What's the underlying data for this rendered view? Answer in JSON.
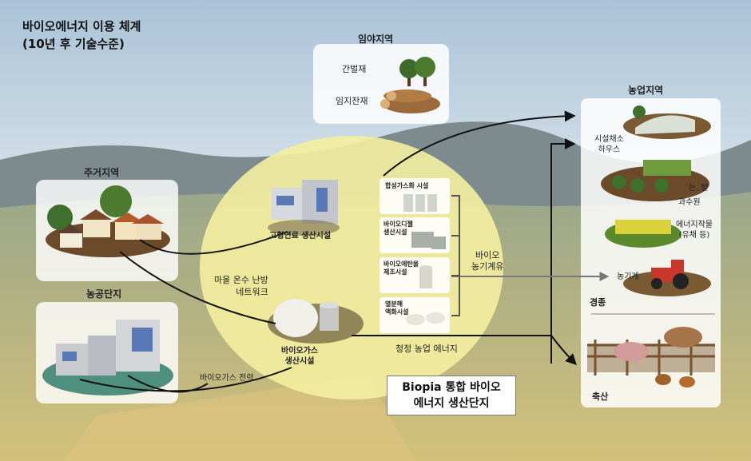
{
  "title": {
    "line1": "바이오에너지 이용 체계",
    "line2": "(10년 후 기술수준)"
  },
  "forest": {
    "title": "임야지역",
    "item1": "간벌재",
    "item2": "임지잔재"
  },
  "residential": {
    "title": "주거지역"
  },
  "industrial": {
    "title": "농공단지"
  },
  "farm": {
    "title": "농업지역",
    "greenhouse": "시설채소\n하우스",
    "paddy": "논, 밭",
    "orchard": "과수원",
    "energy_crop": "에너지작물\n(유채 등)",
    "machine": "농기계",
    "crop_section": "경종",
    "livestock_section": "축산"
  },
  "hub": {
    "solid_fuel": "고형연료 생산시설",
    "biogas": "바이오가스\n생산시설",
    "syngas": "합성가스화 시설",
    "biodiesel": "바이오디젤\n생산시설",
    "bioethanol": "바이오에탄올\n제조시설",
    "pyrolysis": "열분해\n액화시설",
    "biofuel_oil": "바이오\n농기계유",
    "heating_network": "마을 온수 난방\n네트워크",
    "biogas_power": "바이오가스\n전력",
    "clean_energy": "청정 농업 에너지",
    "complex_name": "Biopia 통합 바이오\n에너지 생산단지"
  },
  "colors": {
    "hub_fill": "#f4eea0",
    "arrow": "#111111",
    "panel": "#ffffff"
  }
}
